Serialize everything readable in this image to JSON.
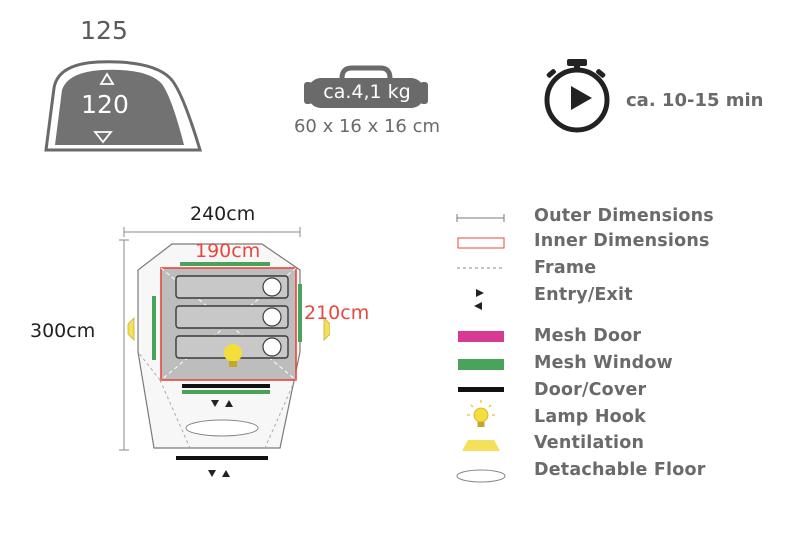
{
  "specs": {
    "outer_height": "125",
    "inner_height": "120",
    "weight": "ca.4,1 kg",
    "pack_size": "60 x 16 x 16 cm",
    "setup_time": "ca. 10-15 min"
  },
  "floorplan": {
    "outer_width": "240cm",
    "outer_length": "300cm",
    "inner_width": "190cm",
    "inner_length": "210cm"
  },
  "legend": {
    "outer_dimensions": "Outer Dimensions",
    "inner_dimensions": "Inner Dimensions",
    "frame": "Frame",
    "entry_exit": "Entry/Exit",
    "mesh_door": "Mesh Door",
    "mesh_window": "Mesh Window",
    "door_cover": "Door/Cover",
    "lamp_hook": "Lamp Hook",
    "ventilation": "Ventilation",
    "detachable_floor": "Detachable Floor"
  },
  "colors": {
    "inner_red": "#e8473f",
    "mesh_door": "#d63a93",
    "mesh_window": "#4aa35a",
    "door_cover": "#111111",
    "lamp": "#f5dd3c",
    "ventilation": "#f4e05a",
    "grey": "#6a6a6a"
  },
  "icons": [
    "tent-profile-icon",
    "duffel-bag-icon",
    "stopwatch-icon",
    "lightbulb-icon"
  ]
}
